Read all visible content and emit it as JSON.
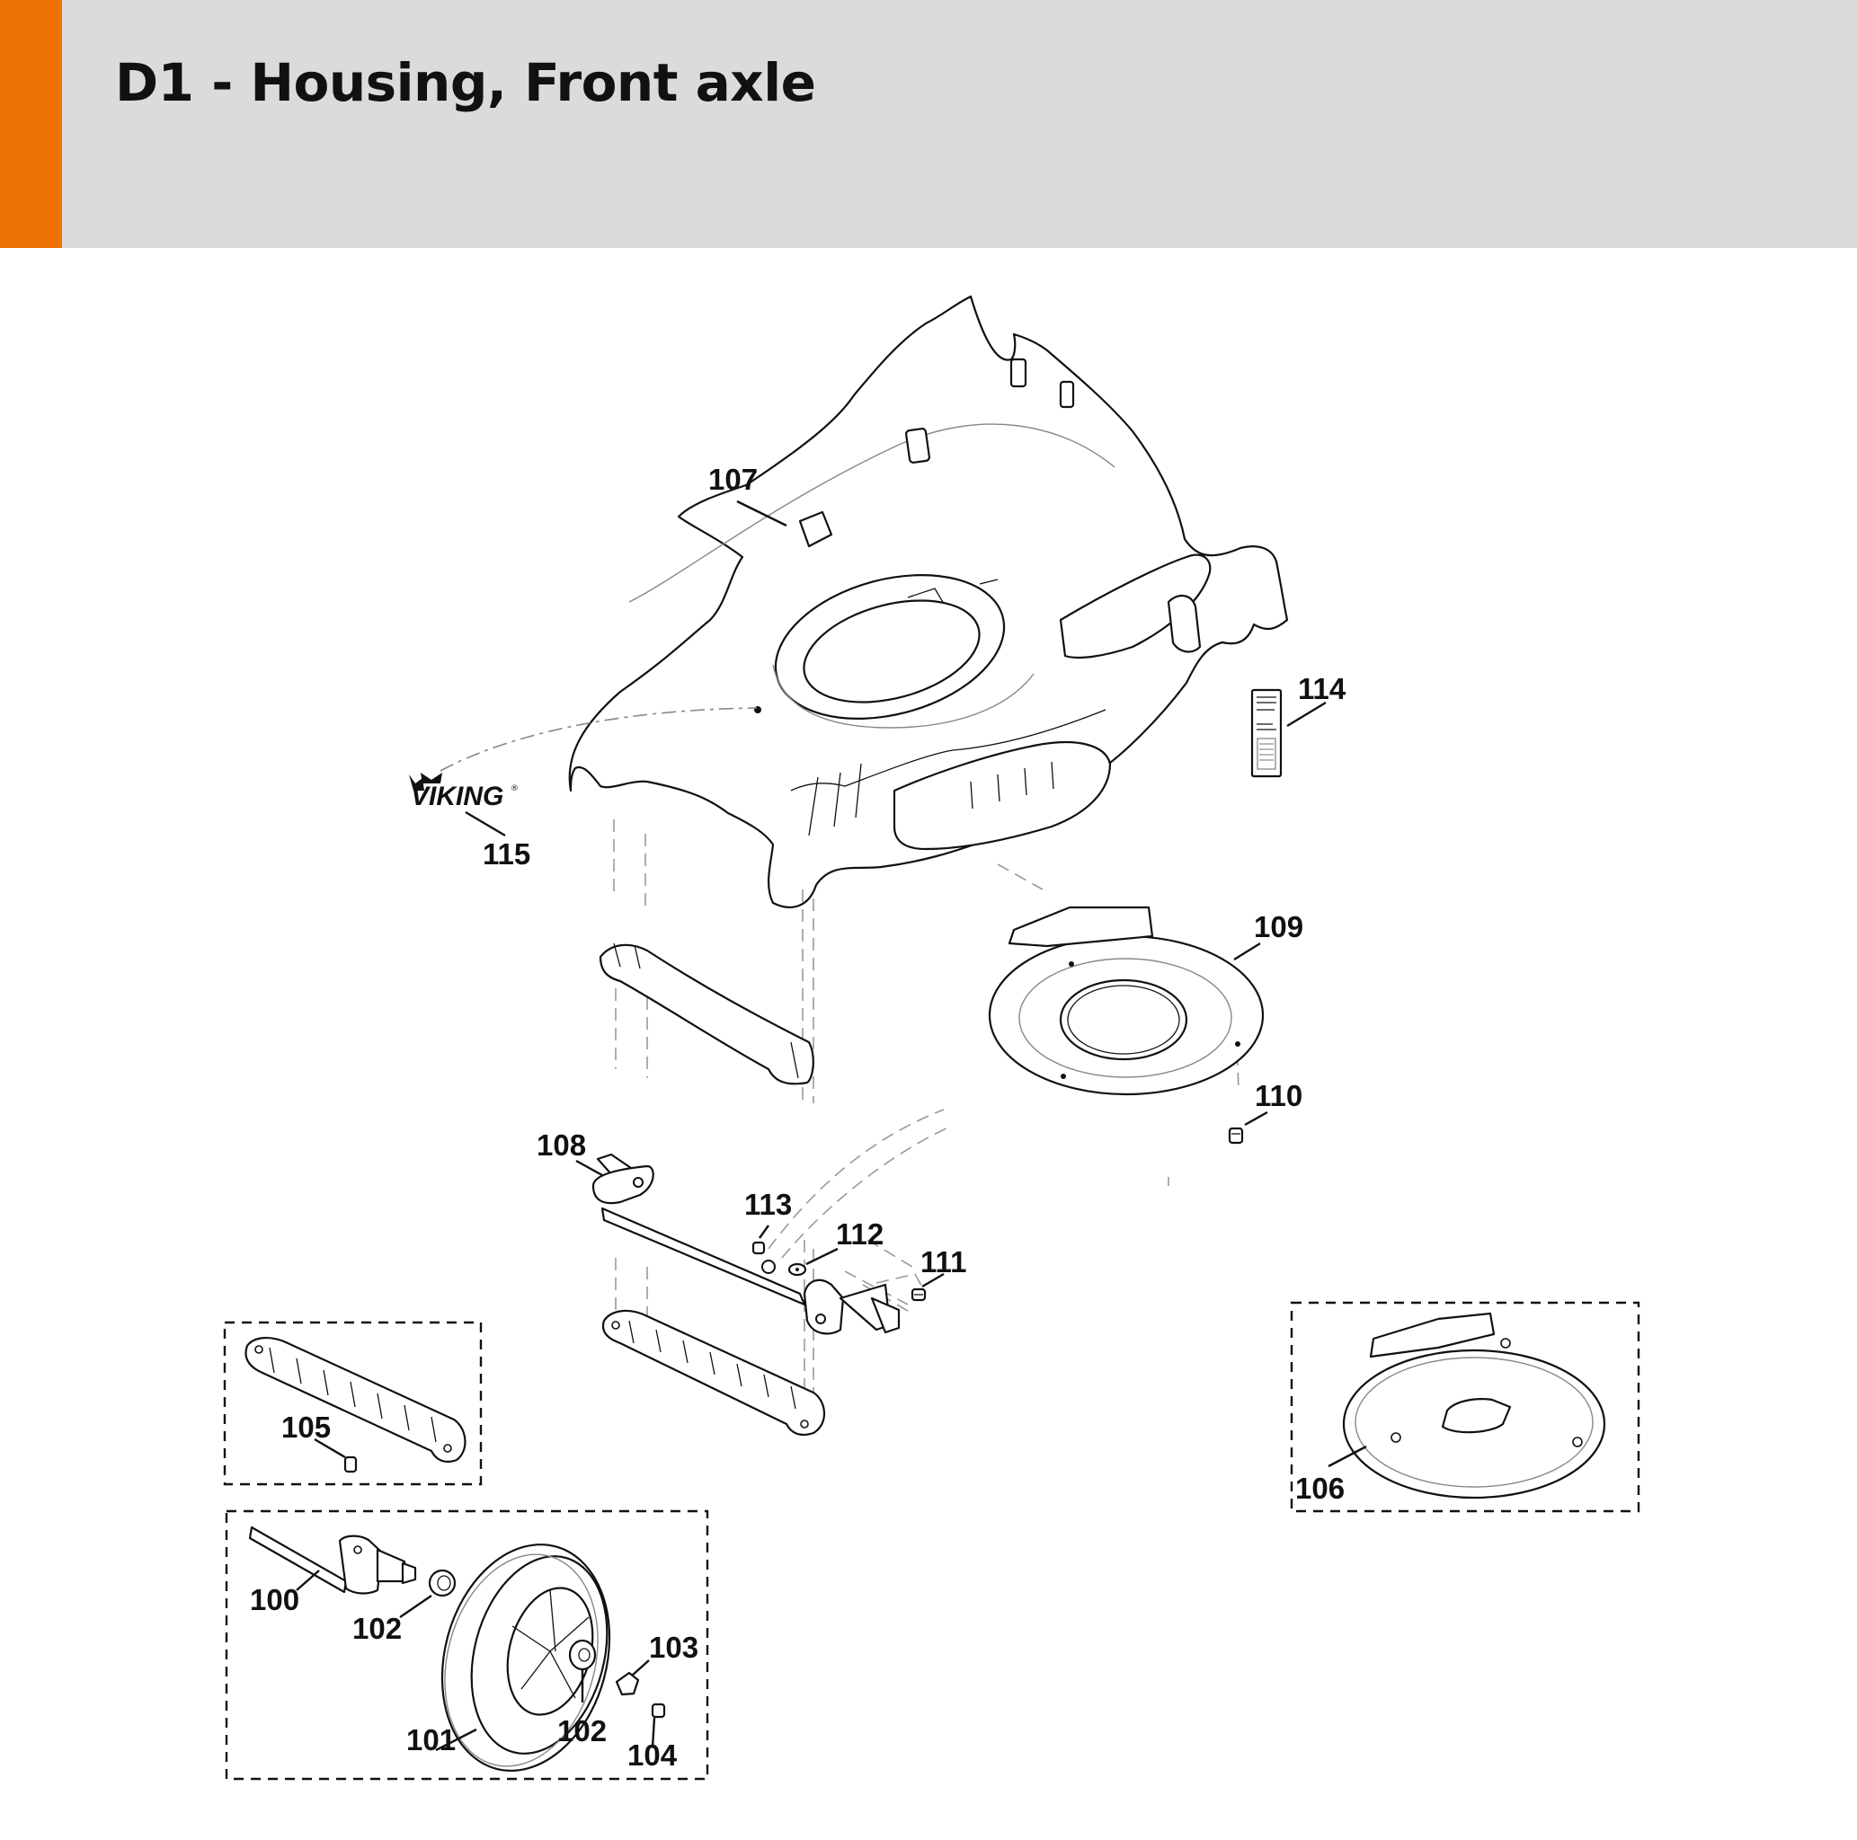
{
  "header": {
    "title": "D1 - Housing, Front axle",
    "accent_color": "#ee7203",
    "band_color": "#dadcdb"
  },
  "logo": {
    "brand": "VIKING"
  },
  "callouts": {
    "c100": "100",
    "c101": "101",
    "c102a": "102",
    "c102b": "102",
    "c103": "103",
    "c104": "104",
    "c105": "105",
    "c106": "106",
    "c107": "107",
    "c108": "108",
    "c109": "109",
    "c110": "110",
    "c111": "111",
    "c112": "112",
    "c113": "113",
    "c114": "114",
    "c115": "115"
  }
}
